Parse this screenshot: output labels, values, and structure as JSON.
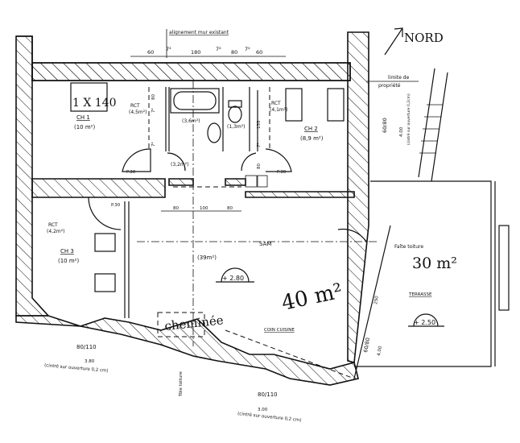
{
  "title": {
    "alignment": "alignement mur existant",
    "north": "NORD",
    "property_limit_1": "limite de",
    "property_limit_2": "propriété"
  },
  "top_dims": [
    "60",
    "7²",
    "180",
    "7²",
    "80",
    "7²",
    "60"
  ],
  "rooms": {
    "ch1": {
      "bed": "1 X 140",
      "name": "CH 1",
      "area": "(10 m²)"
    },
    "rct1": {
      "name": "RCT",
      "area": "(4,5m²)"
    },
    "bath": {
      "area": "(3,6m²)"
    },
    "wc": {
      "area": "(1,3m²)"
    },
    "rct2": {
      "name": "RCT",
      "area": "(4,1m²)"
    },
    "ch2": {
      "name": "CH 2",
      "area": "(8,9 m²)"
    },
    "hall": {
      "area": "(3,2m²)"
    },
    "ch3": {
      "name": "CH 3",
      "area": "(10 m²)",
      "rct": "RCT",
      "rct_area": "(4,2m²)"
    },
    "sam": {
      "name": "SAM",
      "area": "(39m²)",
      "level": "+ 2.80",
      "handwritten_area": "40 m²"
    },
    "kitchen": {
      "name": "COIN CUISINE",
      "chimney": "cheminée"
    },
    "terrace": {
      "name": "TERRASSE",
      "level": "+ 2.50",
      "handwritten_area": "30 m²",
      "ridge": "Faîte toiture"
    }
  },
  "door_labels": [
    "P.30",
    "P.30",
    "P.30"
  ],
  "inner_dims": [
    "80",
    "100",
    "80",
    "80",
    "7²",
    "7²",
    "155",
    "80",
    "7²"
  ],
  "windows": {
    "bottom_left": {
      "size": "80/110",
      "width": "3.80",
      "note": "(cintré sur ouverture 0,2 cm)"
    },
    "bottom_mid": {
      "size": "80/110",
      "width": "3.00",
      "note": "(cintré sur ouverture 0,2 cm)"
    },
    "right_top": {
      "size": "60/80",
      "width": "4.00",
      "note": "(cintré sur ouverture 0,2cm)"
    },
    "right_bottom": {
      "size": "60/80",
      "width": "4.00"
    },
    "terrace_side": "250",
    "roof": "Tôle toiture"
  }
}
